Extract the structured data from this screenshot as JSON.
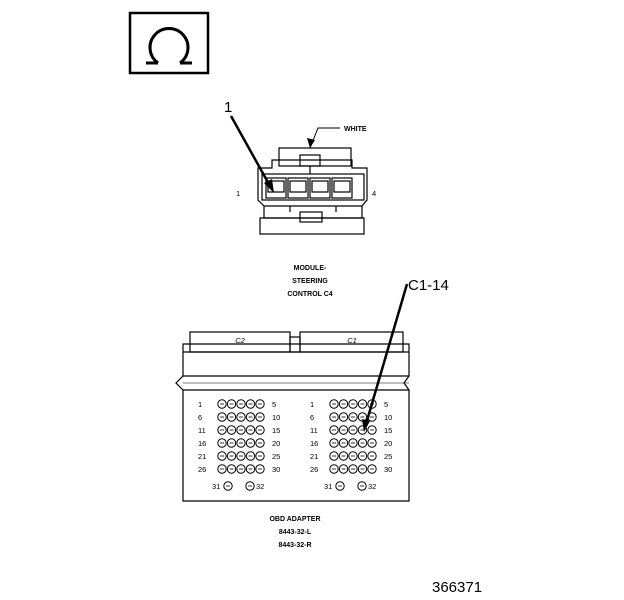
{
  "symbol": {
    "icon": "ohm-symbol-icon",
    "glyph": "Ω"
  },
  "top_connector": {
    "callout": "1",
    "color_label": "WHITE",
    "pin_left": "1",
    "pin_right": "4",
    "caption": [
      "MODULE-",
      "STEERING",
      "CONTROL C4"
    ]
  },
  "adapter": {
    "callout": "C1-14",
    "tab_c2": "C2",
    "tab_c1": "C1",
    "c2": {
      "row_starts": [
        "1",
        "6",
        "11",
        "16",
        "21",
        "26"
      ],
      "row_ends": [
        "5",
        "10",
        "15",
        "20",
        "25",
        "30"
      ],
      "bottom_left": "31",
      "bottom_right": "32"
    },
    "c1": {
      "row_starts": [
        "1",
        "6",
        "11",
        "16",
        "21",
        "26"
      ],
      "row_ends": [
        "5",
        "10",
        "15",
        "20",
        "25",
        "30"
      ],
      "bottom_left": "31",
      "bottom_right": "32"
    },
    "caption": [
      "OBD ADAPTER",
      "8443-32-L",
      "8443-32-R"
    ]
  },
  "figure_number": "366371"
}
